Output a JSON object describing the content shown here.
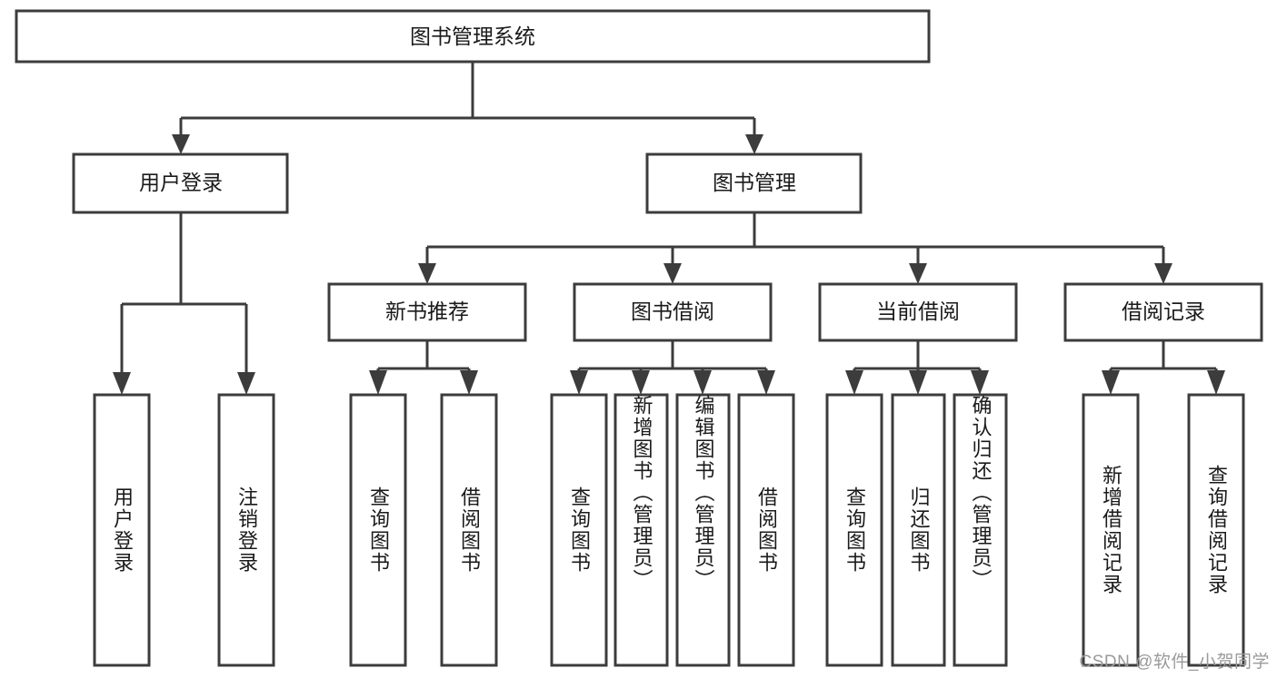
{
  "diagram": {
    "title": "图书管理系统",
    "type": "hierarchy-tree",
    "orientation": "top-down",
    "colors": {
      "box_stroke": "#3c3c3c",
      "box_fill": "#ffffff",
      "text": "#1a1a1a",
      "background": "#ffffff",
      "watermark": "#9a9a9a"
    },
    "levels": {
      "root": {
        "label": "图书管理系统"
      },
      "level2": [
        {
          "id": "user-login",
          "label": "用户登录"
        },
        {
          "id": "book-management",
          "label": "图书管理"
        }
      ],
      "level3": [
        {
          "id": "new-book-recommend",
          "label": "新书推荐",
          "parent": "book-management"
        },
        {
          "id": "book-borrow",
          "label": "图书借阅",
          "parent": "book-management"
        },
        {
          "id": "current-borrow",
          "label": "当前借阅",
          "parent": "book-management"
        },
        {
          "id": "borrow-record",
          "label": "借阅记录",
          "parent": "book-management"
        }
      ],
      "leaves": [
        {
          "id": "leaf-user-login",
          "label": "用户登录",
          "parent": "user-login"
        },
        {
          "id": "leaf-logout-login",
          "label": "注销登录",
          "parent": "user-login"
        },
        {
          "id": "leaf-query-book-1",
          "label": "查询图书",
          "parent": "new-book-recommend"
        },
        {
          "id": "leaf-borrow-book-1",
          "label": "借阅图书",
          "parent": "new-book-recommend"
        },
        {
          "id": "leaf-query-book-2",
          "label": "查询图书",
          "parent": "book-borrow"
        },
        {
          "id": "leaf-add-book",
          "label": "新增图书（管理员）",
          "parent": "book-borrow"
        },
        {
          "id": "leaf-edit-book",
          "label": "编辑图书（管理员）",
          "parent": "book-borrow"
        },
        {
          "id": "leaf-borrow-book-2",
          "label": "借阅图书",
          "parent": "book-borrow"
        },
        {
          "id": "leaf-query-book-3",
          "label": "查询图书",
          "parent": "current-borrow"
        },
        {
          "id": "leaf-return-book",
          "label": "归还图书",
          "parent": "current-borrow"
        },
        {
          "id": "leaf-confirm-return",
          "label": "确认归还（管理员）",
          "parent": "current-borrow"
        },
        {
          "id": "leaf-add-record",
          "label": "新增借阅记录",
          "parent": "borrow-record"
        },
        {
          "id": "leaf-query-record",
          "label": "查询借阅记录",
          "parent": "borrow-record"
        }
      ]
    },
    "watermark": "CSDN @软件_小贺同学"
  }
}
